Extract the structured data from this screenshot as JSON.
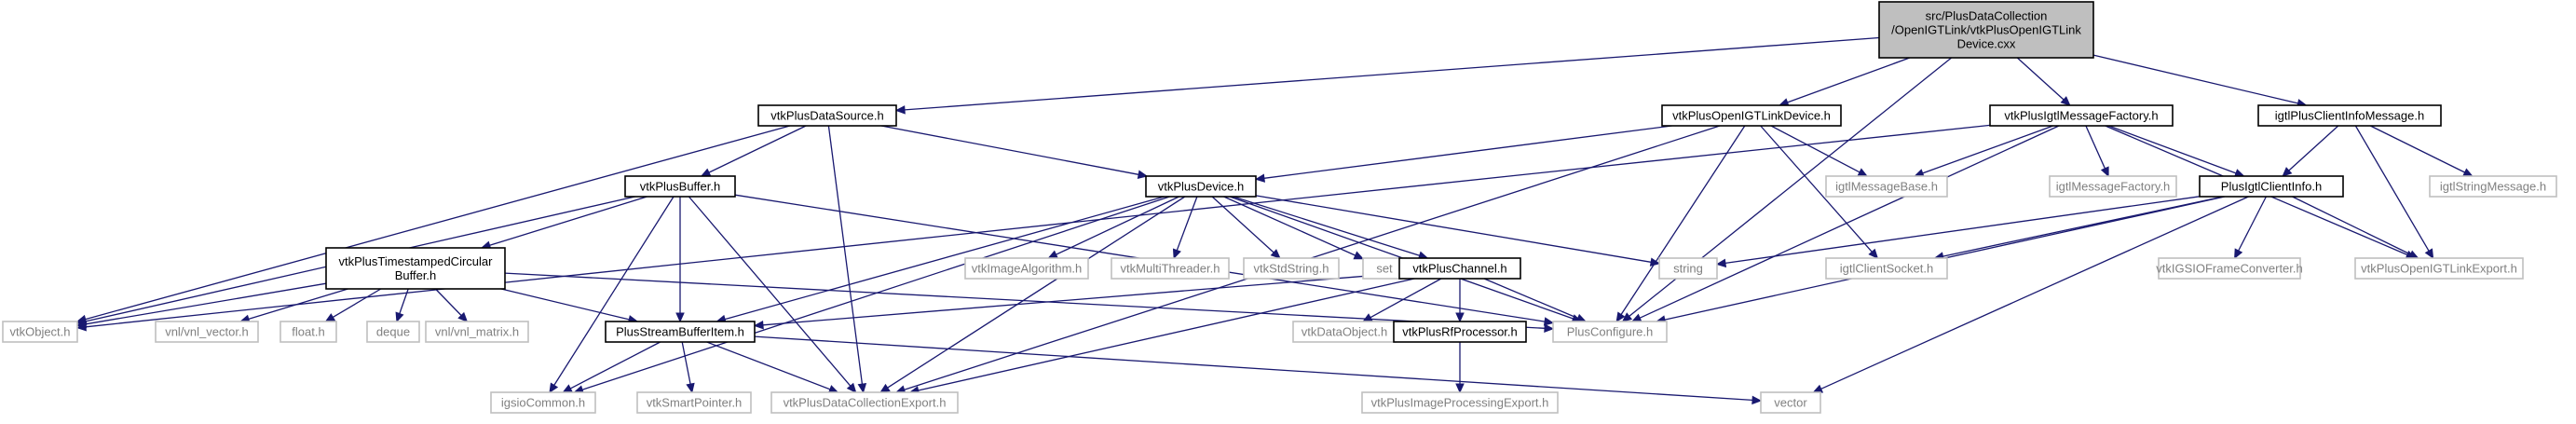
{
  "graph": {
    "colors": {
      "edge": "#191970",
      "node_border": "#000000",
      "node_border_system": "#bfbfbf",
      "node_text": "#000000",
      "node_text_system": "#808080",
      "root_fill": "#bfbfbf"
    },
    "nodes": [
      {
        "id": "root",
        "label": [
          "src/PlusDataCollection",
          "/OpenIGTLink/vtkPlusOpenIGTLink",
          "Device.cxx"
        ],
        "style": "root"
      },
      {
        "id": "datasource",
        "label": [
          "vtkPlusDataSource.h"
        ],
        "style": "normal"
      },
      {
        "id": "oigtdevice",
        "label": [
          "vtkPlusOpenIGTLinkDevice.h"
        ],
        "style": "normal"
      },
      {
        "id": "msgfactory",
        "label": [
          "vtkPlusIgtlMessageFactory.h"
        ],
        "style": "normal"
      },
      {
        "id": "clientinfomsg",
        "label": [
          "igtlPlusClientInfoMessage.h"
        ],
        "style": "normal"
      },
      {
        "id": "buffer",
        "label": [
          "vtkPlusBuffer.h"
        ],
        "style": "normal"
      },
      {
        "id": "device",
        "label": [
          "vtkPlusDevice.h"
        ],
        "style": "normal"
      },
      {
        "id": "igtlmsgbase",
        "label": [
          "igtlMessageBase.h"
        ],
        "style": "system"
      },
      {
        "id": "igtlmsgfactory",
        "label": [
          "igtlMessageFactory.h"
        ],
        "style": "system"
      },
      {
        "id": "clientinfo",
        "label": [
          "PlusIgtlClientInfo.h"
        ],
        "style": "normal"
      },
      {
        "id": "igtlstringmsg",
        "label": [
          "igtlStringMessage.h"
        ],
        "style": "system"
      },
      {
        "id": "tscbuffer",
        "label": [
          "vtkPlusTimestampedCircular",
          "Buffer.h"
        ],
        "style": "normal"
      },
      {
        "id": "imagealgo",
        "label": [
          "vtkImageAlgorithm.h"
        ],
        "style": "system"
      },
      {
        "id": "multithreader",
        "label": [
          "vtkMultiThreader.h"
        ],
        "style": "system"
      },
      {
        "id": "stdstring",
        "label": [
          "vtkStdString.h"
        ],
        "style": "system"
      },
      {
        "id": "set",
        "label": [
          "set"
        ],
        "style": "system"
      },
      {
        "id": "channel",
        "label": [
          "vtkPlusChannel.h"
        ],
        "style": "normal"
      },
      {
        "id": "string",
        "label": [
          "string"
        ],
        "style": "system"
      },
      {
        "id": "clientsocket",
        "label": [
          "igtlClientSocket.h"
        ],
        "style": "system"
      },
      {
        "id": "igsioconv",
        "label": [
          "vtkIGSIOFrameConverter.h"
        ],
        "style": "system"
      },
      {
        "id": "oigtexport",
        "label": [
          "vtkPlusOpenIGTLinkExport.h"
        ],
        "style": "system"
      },
      {
        "id": "vtkobject",
        "label": [
          "vtkObject.h"
        ],
        "style": "system"
      },
      {
        "id": "vnlvector",
        "label": [
          "vnl/vnl_vector.h"
        ],
        "style": "system"
      },
      {
        "id": "floath",
        "label": [
          "float.h"
        ],
        "style": "system"
      },
      {
        "id": "deque",
        "label": [
          "deque"
        ],
        "style": "system"
      },
      {
        "id": "vnlmatrix",
        "label": [
          "vnl/vnl_matrix.h"
        ],
        "style": "system"
      },
      {
        "id": "streambufferitem",
        "label": [
          "PlusStreamBufferItem.h"
        ],
        "style": "normal"
      },
      {
        "id": "dataobject",
        "label": [
          "vtkDataObject.h"
        ],
        "style": "system"
      },
      {
        "id": "rfprocessor",
        "label": [
          "vtkPlusRfProcessor.h"
        ],
        "style": "normal"
      },
      {
        "id": "plusconfigure",
        "label": [
          "PlusConfigure.h"
        ],
        "style": "system"
      },
      {
        "id": "igsiocommon",
        "label": [
          "igsioCommon.h"
        ],
        "style": "system"
      },
      {
        "id": "smartpointer",
        "label": [
          "vtkSmartPointer.h"
        ],
        "style": "system"
      },
      {
        "id": "dcexport",
        "label": [
          "vtkPlusDataCollectionExport.h"
        ],
        "style": "system"
      },
      {
        "id": "imgprocexport",
        "label": [
          "vtkPlusImageProcessingExport.h"
        ],
        "style": "system"
      },
      {
        "id": "vector",
        "label": [
          "vector"
        ],
        "style": "system"
      }
    ],
    "edges": [
      [
        "root",
        "datasource"
      ],
      [
        "root",
        "oigtdevice"
      ],
      [
        "root",
        "msgfactory"
      ],
      [
        "root",
        "clientinfomsg"
      ],
      [
        "root",
        "plusconfigure"
      ],
      [
        "datasource",
        "vtkobject"
      ],
      [
        "datasource",
        "buffer"
      ],
      [
        "datasource",
        "device"
      ],
      [
        "datasource",
        "dcexport"
      ],
      [
        "oigtdevice",
        "device"
      ],
      [
        "oigtdevice",
        "igtlmsgbase"
      ],
      [
        "oigtdevice",
        "clientsocket"
      ],
      [
        "oigtdevice",
        "plusconfigure"
      ],
      [
        "oigtdevice",
        "dcexport"
      ],
      [
        "msgfactory",
        "vtkobject"
      ],
      [
        "msgfactory",
        "igtlmsgbase"
      ],
      [
        "msgfactory",
        "igtlmsgfactory"
      ],
      [
        "msgfactory",
        "clientinfo"
      ],
      [
        "msgfactory",
        "plusconfigure"
      ],
      [
        "msgfactory",
        "oigtexport"
      ],
      [
        "clientinfomsg",
        "clientinfo"
      ],
      [
        "clientinfomsg",
        "igtlstringmsg"
      ],
      [
        "clientinfomsg",
        "oigtexport"
      ],
      [
        "buffer",
        "vtkobject"
      ],
      [
        "buffer",
        "tscbuffer"
      ],
      [
        "buffer",
        "streambufferitem"
      ],
      [
        "buffer",
        "igsiocommon"
      ],
      [
        "buffer",
        "dcexport"
      ],
      [
        "buffer",
        "plusconfigure"
      ],
      [
        "device",
        "imagealgo"
      ],
      [
        "device",
        "multithreader"
      ],
      [
        "device",
        "stdstring"
      ],
      [
        "device",
        "set"
      ],
      [
        "device",
        "channel"
      ],
      [
        "device",
        "string"
      ],
      [
        "device",
        "streambufferitem"
      ],
      [
        "device",
        "plusconfigure"
      ],
      [
        "device",
        "igsiocommon"
      ],
      [
        "device",
        "dcexport"
      ],
      [
        "clientinfo",
        "string"
      ],
      [
        "clientinfo",
        "clientsocket"
      ],
      [
        "clientinfo",
        "igsioconv"
      ],
      [
        "clientinfo",
        "oigtexport"
      ],
      [
        "clientinfo",
        "plusconfigure"
      ],
      [
        "clientinfo",
        "vector"
      ],
      [
        "tscbuffer",
        "vtkobject"
      ],
      [
        "tscbuffer",
        "vnlvector"
      ],
      [
        "tscbuffer",
        "floath"
      ],
      [
        "tscbuffer",
        "deque"
      ],
      [
        "tscbuffer",
        "vnlmatrix"
      ],
      [
        "tscbuffer",
        "streambufferitem"
      ],
      [
        "tscbuffer",
        "plusconfigure"
      ],
      [
        "channel",
        "streambufferitem"
      ],
      [
        "channel",
        "dataobject"
      ],
      [
        "channel",
        "rfprocessor"
      ],
      [
        "channel",
        "plusconfigure"
      ],
      [
        "channel",
        "dcexport"
      ],
      [
        "streambufferitem",
        "igsiocommon"
      ],
      [
        "streambufferitem",
        "smartpointer"
      ],
      [
        "streambufferitem",
        "dcexport"
      ],
      [
        "streambufferitem",
        "vector"
      ],
      [
        "rfprocessor",
        "imgprocexport"
      ]
    ]
  }
}
